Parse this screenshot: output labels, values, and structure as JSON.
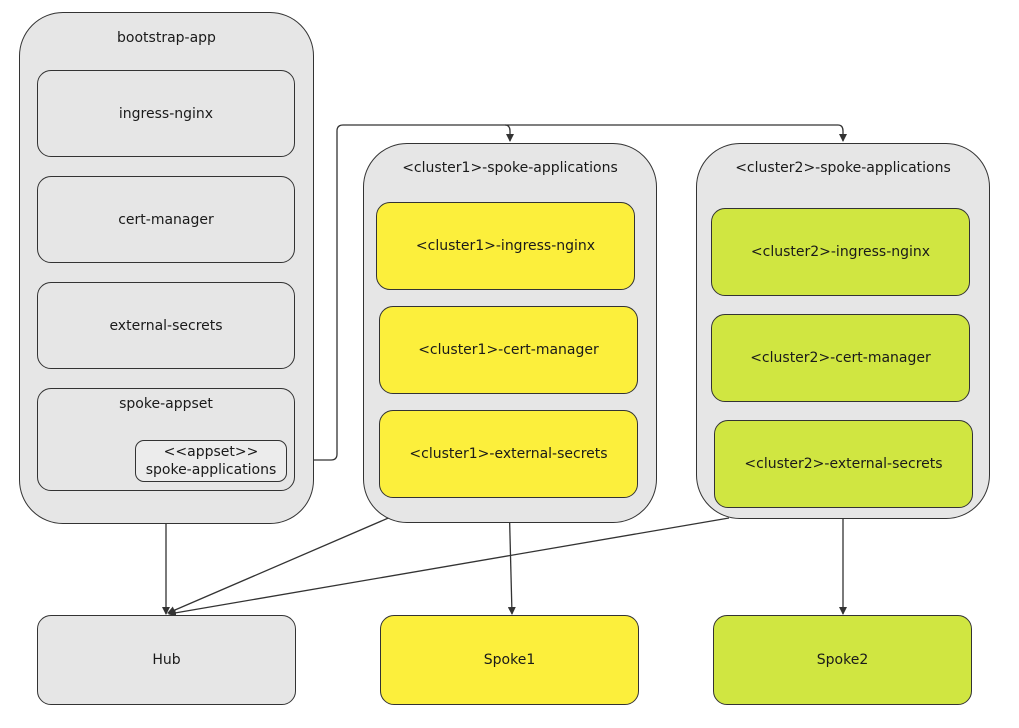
{
  "bootstrap": {
    "title": "bootstrap-app",
    "apps": [
      "ingress-nginx",
      "cert-manager",
      "external-secrets"
    ],
    "spoke_appset": {
      "label": "spoke-appset",
      "stereotype": "<<appset>>",
      "inner_label": "spoke-applications"
    }
  },
  "cluster1": {
    "title": "<cluster1>-spoke-applications",
    "apps": [
      "<cluster1>-ingress-nginx",
      "<cluster1>-cert-manager",
      "<cluster1>-external-secrets"
    ]
  },
  "cluster2": {
    "title": "<cluster2>-spoke-applications",
    "apps": [
      "<cluster2>-ingress-nginx",
      "<cluster2>-cert-manager",
      "<cluster2>-external-secrets"
    ]
  },
  "targets": {
    "hub": "Hub",
    "spoke1": "Spoke1",
    "spoke2": "Spoke2"
  },
  "colors": {
    "container": "#e6e6e6",
    "grey_app": "#e6e6e6",
    "cluster1_app": "#fcef3c",
    "cluster2_app": "#d0e641",
    "edge": "#333333"
  }
}
